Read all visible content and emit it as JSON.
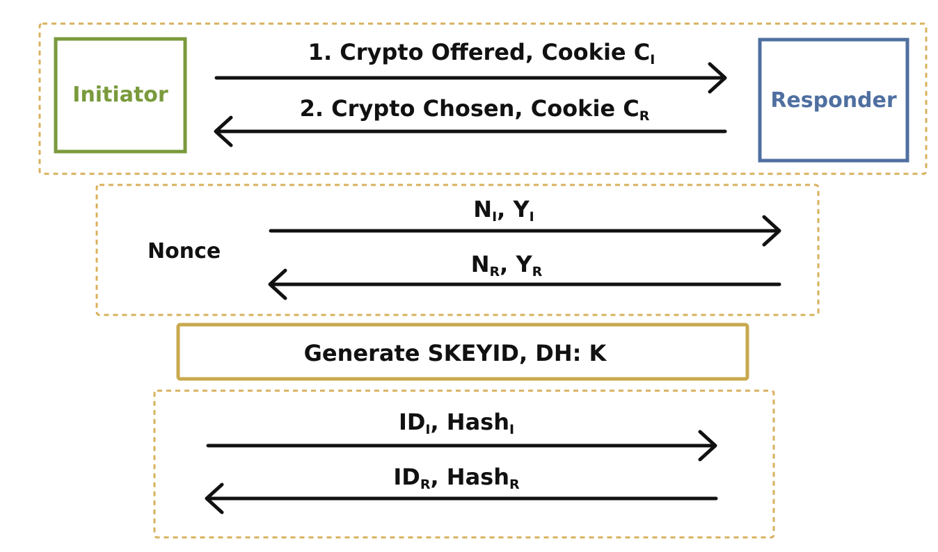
{
  "phase1": {
    "initiator": {
      "label": "Initiator",
      "color": "#7a9a3c"
    },
    "responder": {
      "label": "Responder",
      "color": "#4f6fa0"
    },
    "msg1": {
      "text": "1. Crypto Offered, Cookie C",
      "sub": "I"
    },
    "msg2": {
      "text": "2. Crypto Chosen, Cookie C",
      "sub": "R"
    }
  },
  "phase2": {
    "label": "Nonce",
    "msg1": {
      "n": "N",
      "n_sub": "I",
      "y": "Y",
      "y_sub": "I"
    },
    "msg2": {
      "n": "N",
      "n_sub": "R",
      "y": "Y",
      "y_sub": "R"
    }
  },
  "keygen": {
    "text": "Generate SKEYID, DH: K"
  },
  "phase3": {
    "msg1": {
      "id": "ID",
      "id_sub": "I",
      "hash": "Hash",
      "hash_sub": "I"
    },
    "msg2": {
      "id": "ID",
      "id_sub": "R",
      "hash": "Hash",
      "hash_sub": "R"
    }
  },
  "colors": {
    "frame": "#d8b05c",
    "keygen_border": "#c9a94e",
    "ink": "#111111"
  }
}
